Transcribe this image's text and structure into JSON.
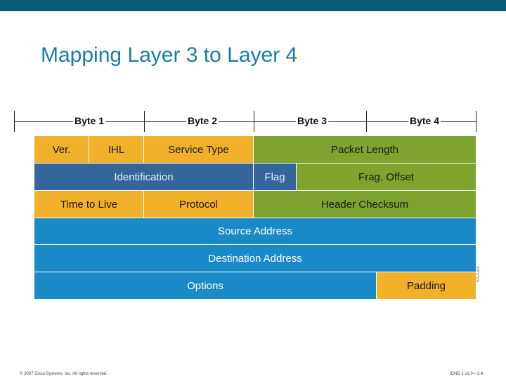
{
  "title": "Mapping Layer 3 to Layer 4",
  "bytes": [
    "Byte 1",
    "Byte 2",
    "Byte 3",
    "Byte 4"
  ],
  "rows": [
    [
      {
        "label": "Ver.",
        "color": "orange"
      },
      {
        "label": "IHL",
        "color": "orange"
      },
      {
        "label": "Service Type",
        "color": "orange"
      },
      {
        "label": "Packet Length",
        "color": "green"
      }
    ],
    [
      {
        "label": "Identification",
        "color": "navy"
      },
      {
        "label": "Flag",
        "color": "navy"
      },
      {
        "label": "Frag. Offset",
        "color": "green"
      }
    ],
    [
      {
        "label": "Time to Live",
        "color": "orange"
      },
      {
        "label": "Protocol",
        "color": "orange"
      },
      {
        "label": "Header Checksum",
        "color": "green"
      }
    ],
    [
      {
        "label": "Source Address",
        "color": "blue"
      }
    ],
    [
      {
        "label": "Destination Address",
        "color": "blue"
      }
    ],
    [
      {
        "label": "Options",
        "color": "blue"
      },
      {
        "label": "Padding",
        "color": "orange"
      }
    ]
  ],
  "colors": {
    "orange": "#f0b02a",
    "green": "#7ea32e",
    "navy": "#33669a",
    "blue": "#1a8ac6",
    "title": "#1a7ba3",
    "topbar": "#0b5a7a"
  },
  "side_code": "ICS-3-115",
  "footer_left": "© 2007 Cisco Systems, Inc. All rights reserved.",
  "footer_right": "ICND 1 v1.0—1-9"
}
